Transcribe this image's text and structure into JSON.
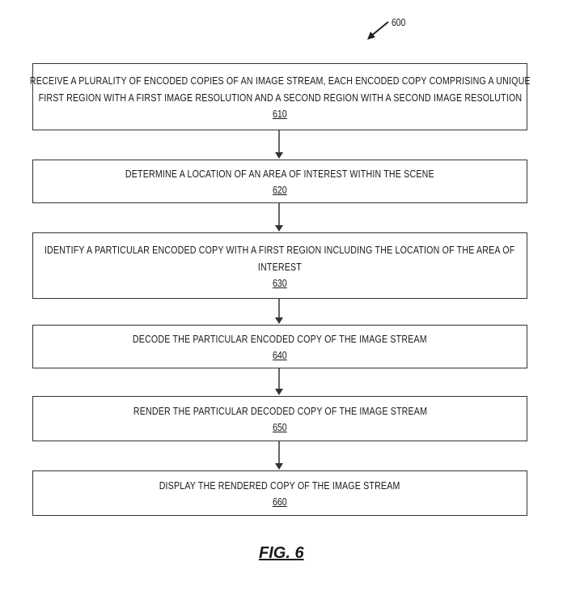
{
  "figure_ref": "600",
  "figure_label": "FIG. 6",
  "steps": [
    {
      "lines": [
        "RECEIVE A PLURALITY OF ENCODED COPIES OF AN IMAGE STREAM, EACH ENCODED COPY COMPRISING A UNIQUE",
        "FIRST REGION WITH A FIRST IMAGE RESOLUTION AND A SECOND REGION WITH A SECOND IMAGE RESOLUTION"
      ],
      "number": "610"
    },
    {
      "lines": [
        "DETERMINE A LOCATION OF AN AREA OF INTEREST WITHIN THE SCENE"
      ],
      "number": "620"
    },
    {
      "lines": [
        "IDENTIFY A PARTICULAR ENCODED COPY WITH A FIRST REGION INCLUDING THE LOCATION OF THE AREA OF",
        "INTEREST"
      ],
      "number": "630"
    },
    {
      "lines": [
        "DECODE THE PARTICULAR ENCODED COPY OF THE IMAGE STREAM"
      ],
      "number": "640"
    },
    {
      "lines": [
        "RENDER THE PARTICULAR DECODED COPY OF THE IMAGE STREAM"
      ],
      "number": "650"
    },
    {
      "lines": [
        "DISPLAY THE RENDERED COPY OF THE IMAGE STREAM"
      ],
      "number": "660"
    }
  ]
}
